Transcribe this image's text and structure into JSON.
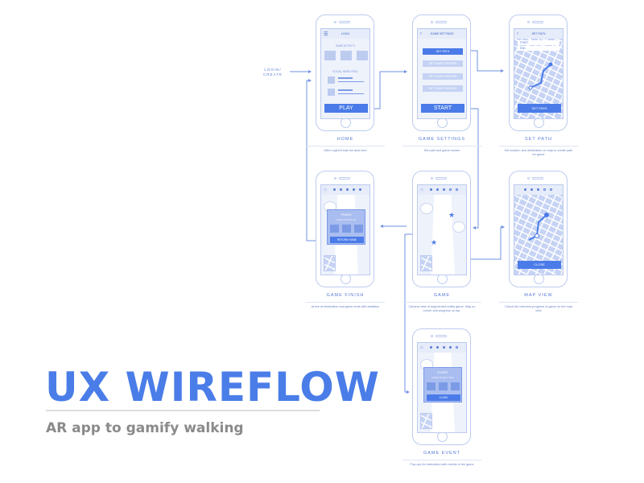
{
  "title": "UX WIREFLOW",
  "subtitle": "AR app to gamify walking",
  "entry": {
    "line1": "LOGIN/",
    "line2": "CREATE"
  },
  "screens": {
    "home": {
      "label": "HOME",
      "desc": "After Login/Create we land here",
      "header": "LOGO",
      "section1": "GAME ACTIVITY",
      "section2": "SOCIAL NEWS FEED",
      "button": "PLAY"
    },
    "settings": {
      "label": "GAME SETTINGS",
      "desc": "Set path and game modes",
      "header": "GAME SETTINGS",
      "options": [
        "SET PATH",
        "SET GAME FEATURE",
        "SET GAME FEATURE",
        "SET GAME FEATURE"
      ],
      "button": "START"
    },
    "setpath": {
      "label": "SET PATH",
      "desc": "Set location and destination on map to create path for game",
      "header": "SET PATH",
      "start": "START",
      "end": "END",
      "button": "SET PATH"
    },
    "finish": {
      "label": "GAME FINISH",
      "desc": "Arrive at destination and game ends with statistics",
      "popup_title": "FINISH",
      "popup_sub": "GAME STATISTICS",
      "button": "RETURN HOME"
    },
    "game": {
      "label": "GAME",
      "desc": "Camera view of augmented reality game. Map on corner and progress on top."
    },
    "mapview": {
      "label": "MAP VIEW",
      "desc": "Check the overview progress of game on the map view",
      "button": "CLOSE"
    },
    "event": {
      "label": "GAME EVENT",
      "desc": "Pop-ups for interaction with events in the game",
      "popup_title": "EVENT",
      "popup_sub": "GAME OBJECT INFO",
      "button": "CLOSE"
    }
  },
  "colors": {
    "accent": "#4a7be8",
    "light": "#eef2fb",
    "title": "#4a7de8",
    "subtitle": "#8a8a8a"
  }
}
